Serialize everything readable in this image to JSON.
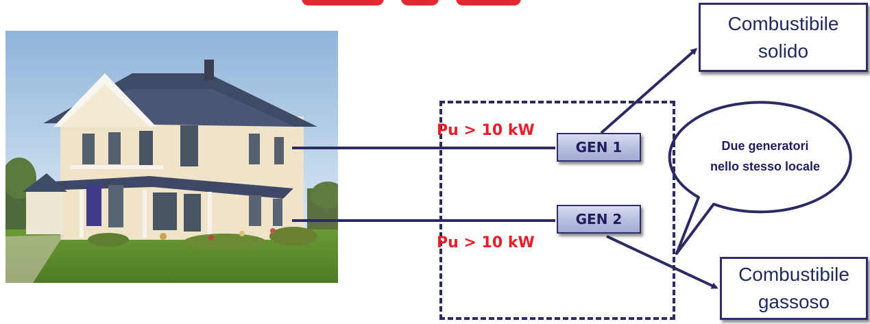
{
  "diagram": {
    "fuel_solid": {
      "line1": "Combustibile",
      "line2": "solido"
    },
    "fuel_gas": {
      "line1": "Combustibile",
      "line2": "gassoso"
    },
    "gen1": "GEN 1",
    "gen2": "GEN 2",
    "pu_top": "Pu > 10 kW",
    "pu_bottom": "Pu > 10 kW",
    "callout": {
      "line1": "Due generatori",
      "line2": "nello stesso locale"
    }
  },
  "colors": {
    "title_red": "#e3282f",
    "label_red": "#ea1d2b",
    "navy": "#2c2a62"
  },
  "icons": [
    "house-illustration"
  ]
}
